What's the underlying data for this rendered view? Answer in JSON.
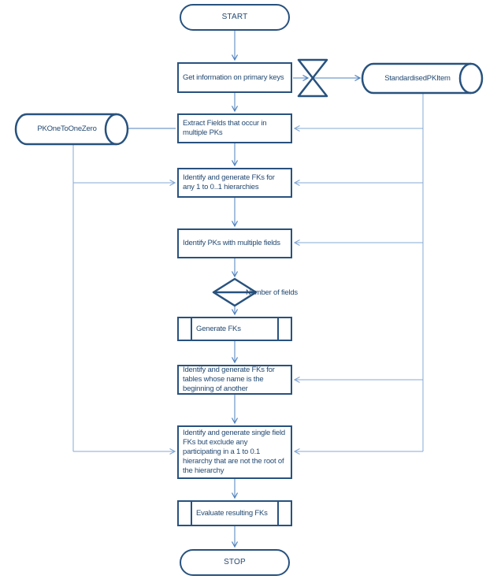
{
  "nodes": {
    "start": {
      "label": "START",
      "shape": "terminator"
    },
    "get_info": {
      "label": "Get information on primary keys",
      "shape": "process"
    },
    "standardised_pk_item": {
      "label": "StandardisedPKItem",
      "shape": "direct-data"
    },
    "pk_one_to_one_zero": {
      "label": "PKOneToOneZero",
      "shape": "direct-data"
    },
    "extract_fields": {
      "label": "Extract Fields that occur in multiple PKs",
      "shape": "process"
    },
    "identify_fk_hierarchies": {
      "label": "Identify and generate FKs for any 1 to 0..1 hierarchies",
      "shape": "process"
    },
    "identify_pks_multiple": {
      "label": "Identify PKs with multiple fields",
      "shape": "process"
    },
    "sort_decision": {
      "label": "Number of fields",
      "shape": "sort"
    },
    "generate_fks": {
      "label": "Generate FKs",
      "shape": "predefined-process"
    },
    "identify_fk_tables": {
      "label": "Identify and generate FKs for tables whose name is the beginning of another",
      "shape": "process"
    },
    "identify_single_field": {
      "label": "Identify and generate single field FKs but exclude any participating in a 1 to 0.1 hierarchy that are not the root of the hierarchy",
      "shape": "process"
    },
    "evaluate": {
      "label": "Evaluate resulting FKs",
      "shape": "predefined-process"
    },
    "stop": {
      "label": "STOP",
      "shape": "terminator"
    }
  },
  "colors": {
    "shape_border": "#28527E",
    "text": "#244A72",
    "connector": "#4F81BD",
    "connector_light": "#85A9D4",
    "background": "#FFFFFF"
  }
}
